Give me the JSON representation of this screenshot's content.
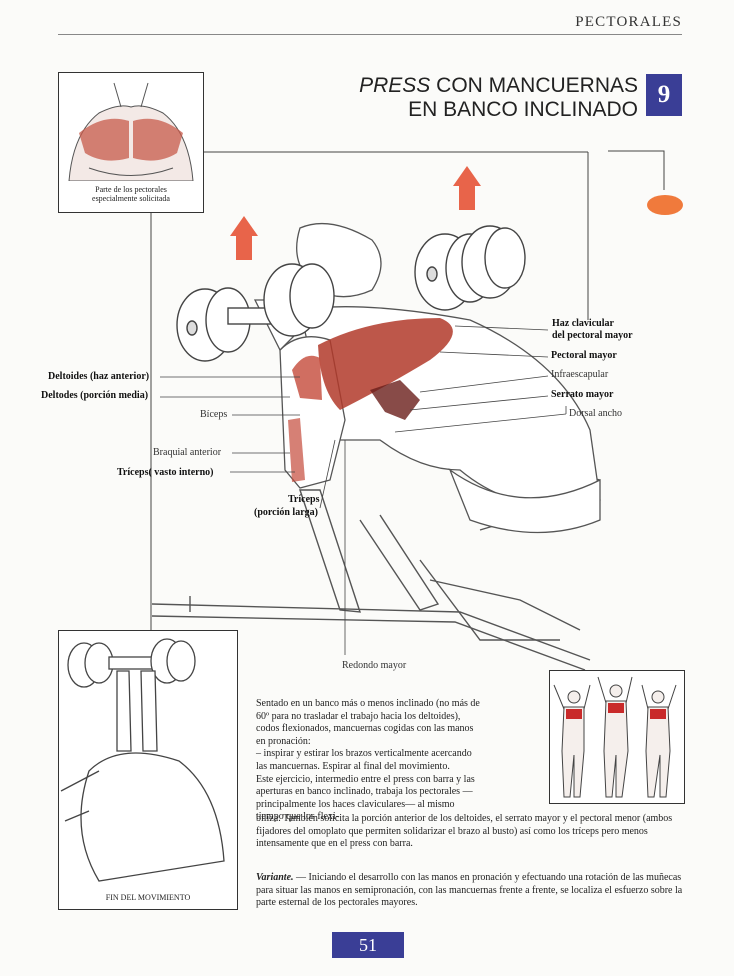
{
  "header": {
    "section": "PECTORALES"
  },
  "title": {
    "line1_italic": "PRESS",
    "line1_rest": " CON MANCUERNAS",
    "line2": "EN BANCO INCLINADO",
    "number": "9"
  },
  "inset_top": {
    "caption_line1": "Parte de los pectorales",
    "caption_line2": "especialmente solicitada"
  },
  "labels_left": [
    "Deltoides (haz anterior)",
    "Deltodes (porción media)",
    "Bíceps",
    "Braquial anterior",
    "Tríceps( vasto interno)"
  ],
  "label_triceps_larga_1": "Tríceps",
  "label_triceps_larga_2": "(porción larga)",
  "labels_right": {
    "haz1": "Haz clavicular",
    "haz2": "del pectoral mayor",
    "pectoral": "Pectoral mayor",
    "infra": "Infraescapular",
    "serrato": "Serrato mayor",
    "dorsal": "Dorsal ancho"
  },
  "label_redondo": "Redondo mayor",
  "inset_bottom": {
    "caption": "FIN DEL MOVIMIENTO"
  },
  "text": {
    "p1": "Sentado en un banco más o menos inclinado (no más de 60º para no trasladar el trabajo hacia los deltoides), codos flexionados, mancuernas cogidas con las manos en pronación:",
    "p2": "– inspirar y estirar los brazos verticalmente acercando las mancuernas. Espirar al final del movimiento.",
    "p3a": "Este ejercicio, intermedio entre el press con barra y las aperturas en banco inclinado, trabaja los pectorales —principalmente los haces claviculares— al mismo tiempo que los flexi-",
    "p3b": "biliza. También solicita la porción anterior de los deltoides, el serrato mayor y el pectoral menor (ambos fijadores del omoplato que permiten solidarizar el brazo al busto) así como los tríceps pero menos intensamente que en el press con barra.",
    "variante_label": "Variante.",
    "variante_text": " — Iniciando el desarrollo con las manos en pronación y efectuando una rotación de las muñecas para situar las manos en semipronación, con las mancuernas frente a frente, se localiza el esfuerzo sobre la parte esternal de los pectorales mayores."
  },
  "page_number": "51",
  "colors": {
    "accent_blue": "#3a3e96",
    "muscle_red": "#b23a2a",
    "orange_dot": "#f07a3c",
    "arrow_red": "#e8644a"
  }
}
